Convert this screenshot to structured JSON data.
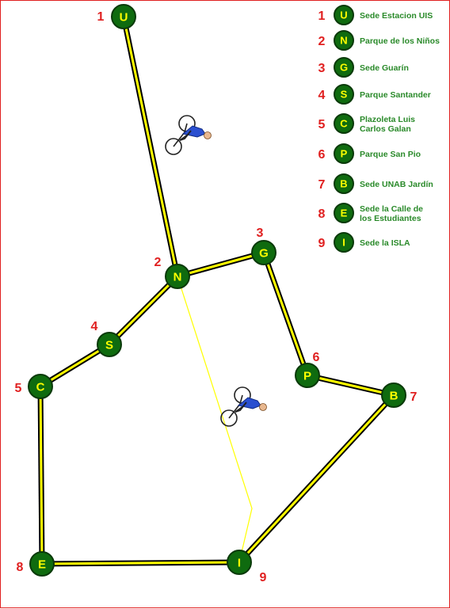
{
  "colors": {
    "node_fill": "#0f6b0f",
    "node_stroke": "#0a3a0a",
    "node_letter": "#ffff00",
    "number": "#e02020",
    "legend_text": "#2a8a2a",
    "road_outer": "#000000",
    "road_inner": "#ffff00",
    "thin_path": "#ffff00",
    "border": "#e02020",
    "cyclist_body": "#2a4fd0"
  },
  "stations": [
    {
      "id": "U",
      "number": "1",
      "letter": "U",
      "name": "Sede Estacion UIS"
    },
    {
      "id": "N",
      "number": "2",
      "letter": "N",
      "name": "Parque de los Niños"
    },
    {
      "id": "G",
      "number": "3",
      "letter": "G",
      "name": "Sede Guarín"
    },
    {
      "id": "S",
      "number": "4",
      "letter": "S",
      "name": "Parque Santander"
    },
    {
      "id": "C",
      "number": "5",
      "letter": "C",
      "name": "Plazoleta Luis Carlos Galan"
    },
    {
      "id": "P",
      "number": "6",
      "letter": "P",
      "name": "Parque San Pio"
    },
    {
      "id": "B",
      "number": "7",
      "letter": "B",
      "name": "Sede UNAB Jardín"
    },
    {
      "id": "E",
      "number": "8",
      "letter": "E",
      "name": "Sede la Calle de los Estudiantes"
    },
    {
      "id": "I",
      "number": "9",
      "letter": "I",
      "name": "Sede la ISLA"
    }
  ],
  "roads": [
    [
      "U",
      "N"
    ],
    [
      "N",
      "G"
    ],
    [
      "N",
      "S"
    ],
    [
      "S",
      "C"
    ],
    [
      "C",
      "E"
    ],
    [
      "E",
      "I"
    ],
    [
      "I",
      "B"
    ],
    [
      "B",
      "P"
    ],
    [
      "P",
      "G"
    ]
  ],
  "thin_path": [
    "N",
    "bend",
    "I"
  ],
  "icons": [
    "cyclist-icon",
    "cyclist-icon"
  ]
}
